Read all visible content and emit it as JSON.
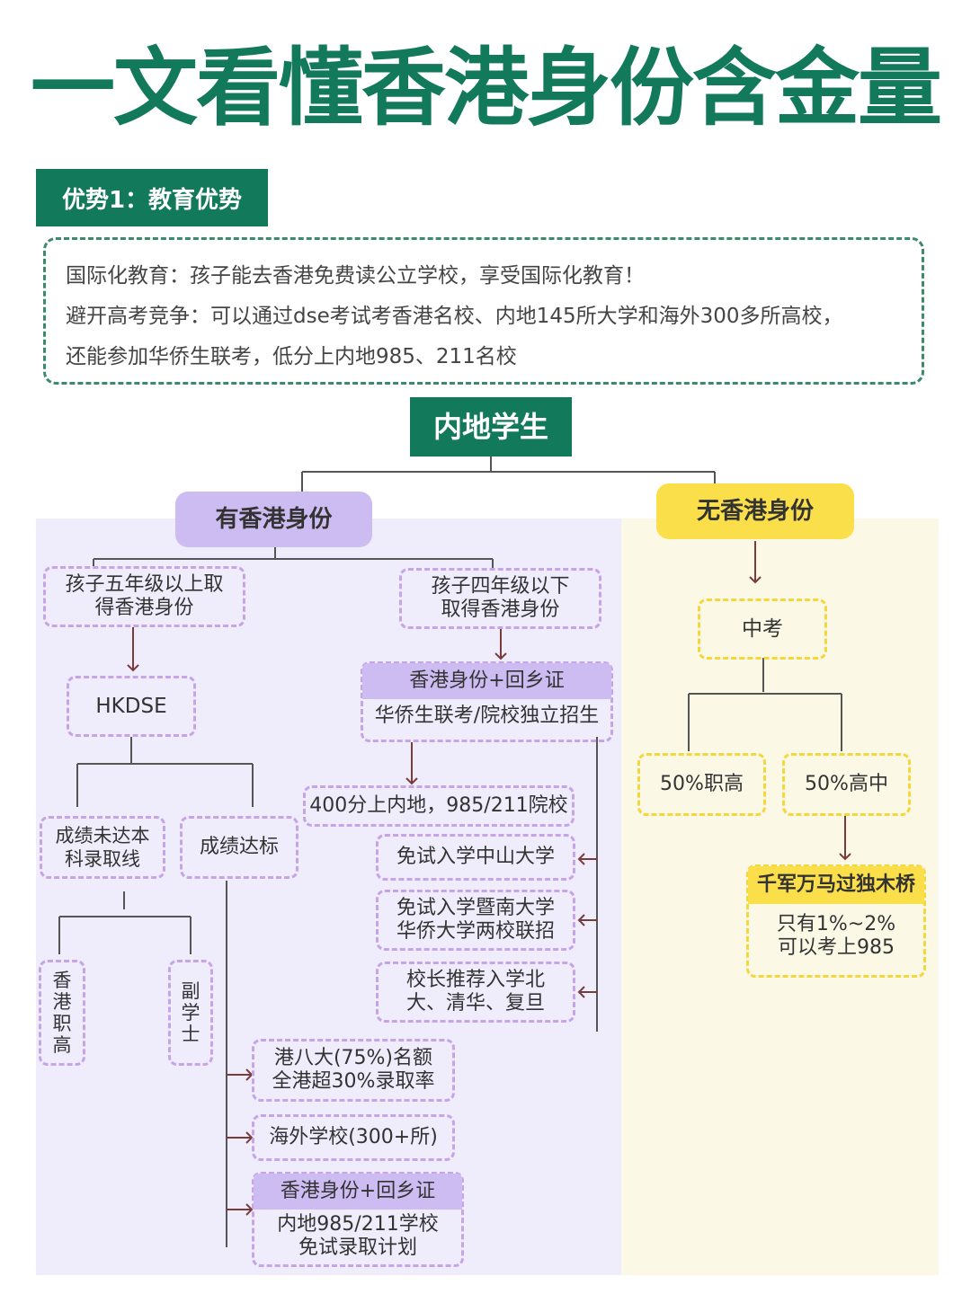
{
  "title": "一文看懂香港身份含金量",
  "section": {
    "label": "优势1：教育优势",
    "intro": [
      "国际化教育：孩子能去香港免费读公立学校，享受国际化教育！",
      "避开高考竞争：可以通过dse考试考香港名校、内地145所大学和海外300多所高校，",
      "还能参加华侨生联考，低分上内地985、211名校"
    ]
  },
  "tree": {
    "root": "内地学生",
    "with_hk": {
      "label": "有香港身份",
      "grade5_above": [
        "孩子五年级以上取",
        "得香港身份"
      ],
      "grade4_below": [
        "孩子四年级以下",
        "取得香港身份"
      ],
      "hkdse": "HKDSE",
      "below_line": [
        "成绩未达本",
        "科录取线"
      ],
      "meets_line": "成绩达标",
      "hk_vocational": [
        "香",
        "港",
        "职",
        "高"
      ],
      "associate_degree": [
        "副",
        "学",
        "士"
      ],
      "hk_permit": {
        "head": "香港身份+回乡证",
        "body": "华侨生联考/院校独立招生"
      },
      "score400": "400分上内地，985/211院校",
      "sysu": "免试入学中山大学",
      "jinan": [
        "免试入学暨南大学",
        "华侨大学两校联招"
      ],
      "principal": [
        "校长推荐入学北",
        "大、清华、复旦"
      ],
      "hk8": [
        "港八大(75%)名额",
        "全港超30%录取率"
      ],
      "overseas": "海外学校(300+所)",
      "dse_permit": {
        "head": "香港身份+回乡证",
        "body": [
          "内地985/211学校",
          "免试录取计划"
        ]
      }
    },
    "without_hk": {
      "label": "无香港身份",
      "zhongkao": "中考",
      "vocational": "50%职高",
      "highschool": "50%高中",
      "bridge": {
        "head": "千军万马过独木桥",
        "body": [
          "只有1%~2%",
          "可以考上985"
        ]
      }
    }
  },
  "colors": {
    "green": "#127a5a",
    "purple_fill": "#cdbcf2",
    "purple_dash": "#c7a4e6",
    "yellow_fill": "#fbdf4a",
    "yellow_dash": "#f4d63d",
    "left_panel": "#efecfb",
    "right_panel": "#fbf8e6",
    "arrow": "#7a3b3b"
  }
}
